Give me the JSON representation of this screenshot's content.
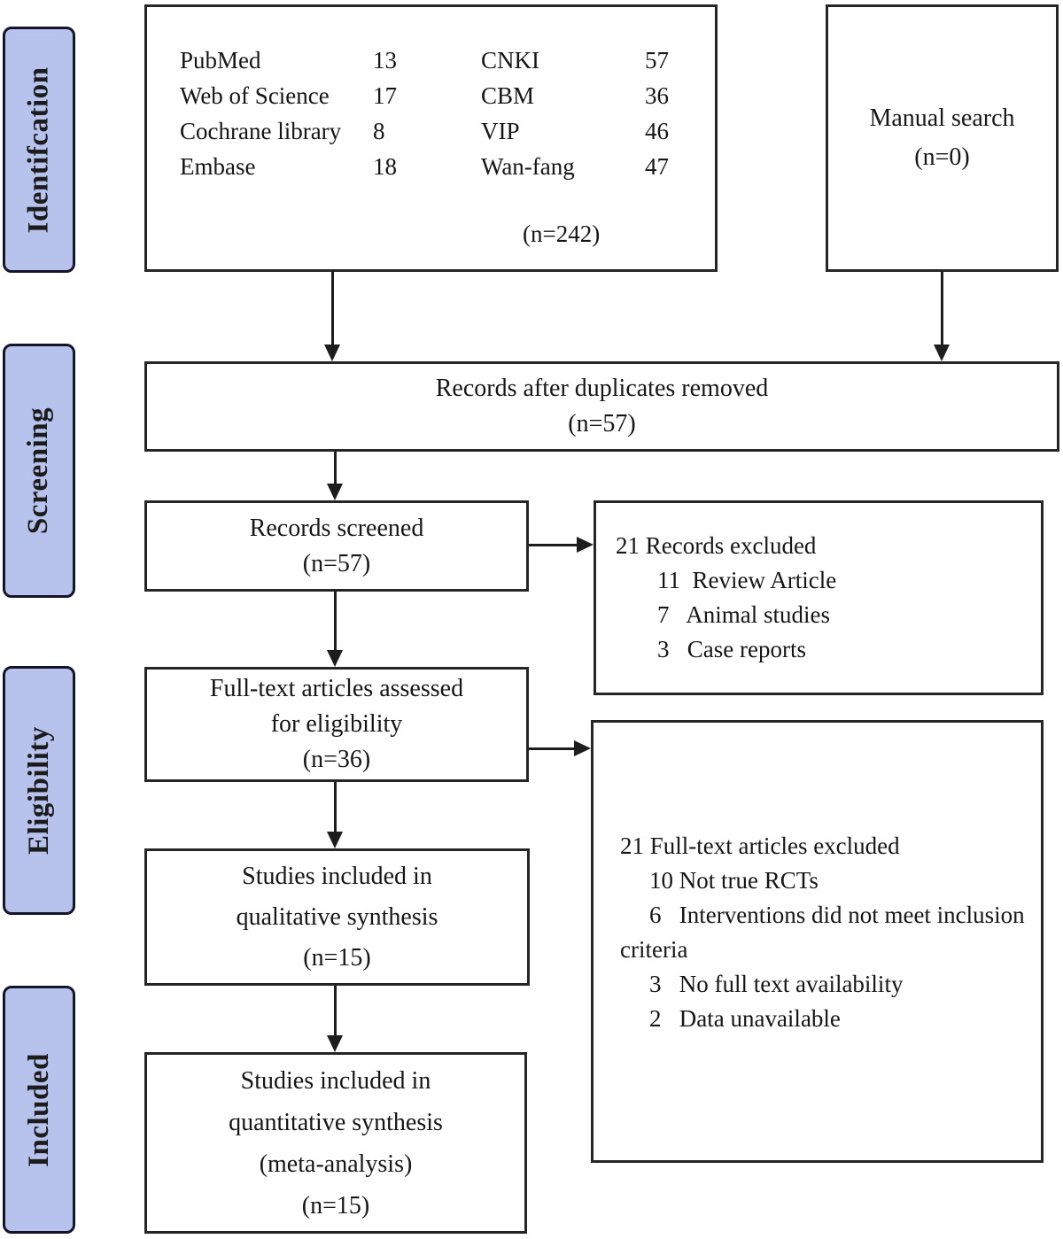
{
  "stages": [
    {
      "label": "Identifcation"
    },
    {
      "label": "Screening"
    },
    {
      "label": "Eligibility"
    },
    {
      "label": "Included"
    }
  ],
  "sources": {
    "rows": [
      {
        "name_a": "PubMed",
        "n_a": "13",
        "name_b": "CNKI",
        "n_b": "57"
      },
      {
        "name_a": "Web of Science",
        "n_a": "17",
        "name_b": "CBM",
        "n_b": "36"
      },
      {
        "name_a": "Cochrane library",
        "n_a": "8",
        "name_b": "VIP",
        "n_b": "46"
      },
      {
        "name_a": "Embase",
        "n_a": "18",
        "name_b": "Wan-fang",
        "n_b": "47"
      }
    ],
    "total": "(n=242)"
  },
  "manual": {
    "line1": "Manual search",
    "line2": "(n=0)"
  },
  "duplicates": {
    "line1": "Records after duplicates removed",
    "line2": "(n=57)"
  },
  "screened": {
    "line1": "Records screened",
    "line2": "(n=57)"
  },
  "excluded_records": {
    "lines": [
      "21 Records excluded",
      "11  Review Article",
      "7   Animal studies",
      "3   Case reports"
    ]
  },
  "fulltext": {
    "line1": "Full-text articles assessed",
    "line2": "for eligibility",
    "line3": "(n=36)"
  },
  "excluded_fulltext": {
    "lines": [
      "21 Full-text articles excluded",
      "10 Not true RCTs",
      "6   Interventions did not meet inclusion criteria",
      "3   No full text availability",
      "2   Data unavailable"
    ]
  },
  "qualitative": {
    "line1": "Studies included in",
    "line2": "qualitative synthesis",
    "line3": "(n=15)"
  },
  "quantitative": {
    "line1": "Studies included in",
    "line2": "quantitative synthesis",
    "line3": "(meta-analysis)",
    "line4": "(n=15)"
  },
  "colors": {
    "stage_fill": "#b7c3ec",
    "stage_border": "#14142b",
    "box_border": "#262626",
    "arrow": "#1d1d1d",
    "text": "#161616"
  }
}
